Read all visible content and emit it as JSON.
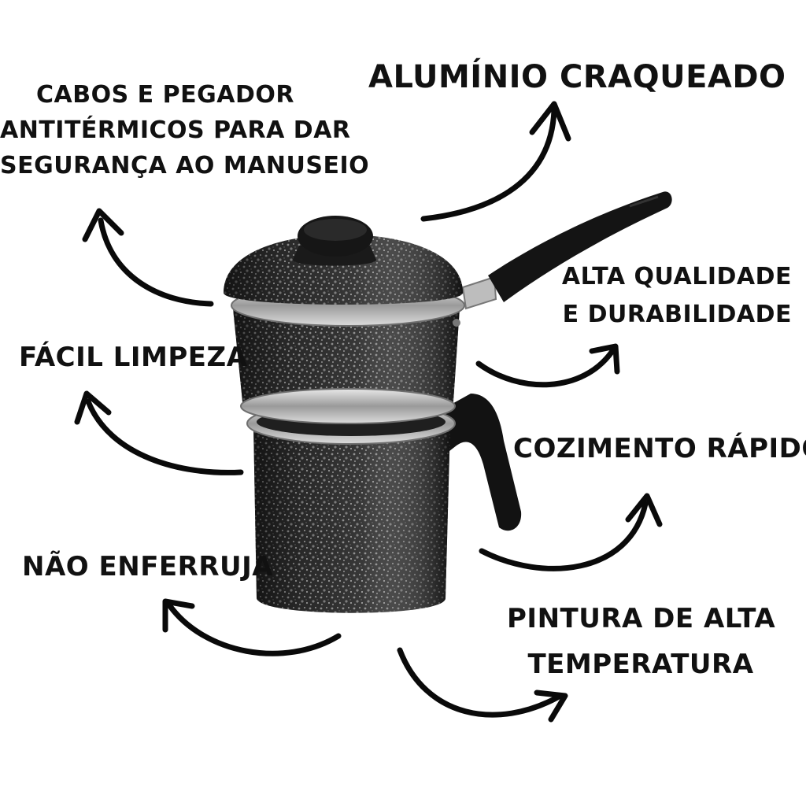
{
  "labels": {
    "aluminio": "ALUMÍNIO CRAQUEADO",
    "cabos": [
      "CABOS E PEGADOR",
      "ANTITÉRMICOS PARA DAR",
      "SEGURANÇA AO MANUSEIO"
    ],
    "qualidade": [
      "ALTA QUALIDADE",
      "E DURABILIDADE"
    ],
    "limpeza": "FÁCIL LIMPEZA",
    "cozimento": "COZIMENTO RÁPIDO",
    "enferruja": "NÃO ENFERRUJA",
    "pintura": [
      "PINTURA DE ALTA",
      "TEMPERATURA"
    ]
  },
  "colors": {
    "background": "#ffffff",
    "text": "#111111",
    "pot_body": "#2a2a2a",
    "pot_speckle": "#8c8c8c",
    "rim_silver": "#c9c9c9",
    "handle": "#111111"
  },
  "icons": [
    "curved-arrow-icon",
    "double-boiler-pot-icon"
  ]
}
